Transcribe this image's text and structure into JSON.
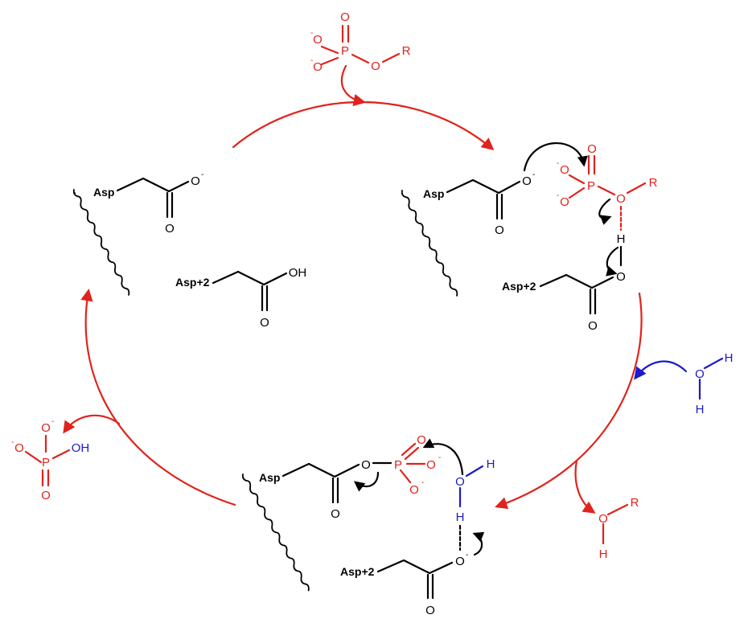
{
  "colors": {
    "black": "#000000",
    "red": "#e0231c",
    "blue": "#1a1acc"
  },
  "labels": {
    "asp": "Asp",
    "asp2": "Asp+2",
    "O": "O",
    "OH": "OH",
    "H": "H",
    "P": "P",
    "R": "R",
    "minus": "-"
  }
}
